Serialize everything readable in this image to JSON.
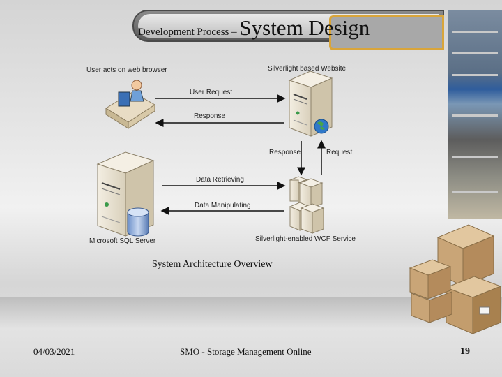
{
  "slide": {
    "title_prefix": "Development Process – ",
    "title_main": "System Design",
    "caption": "System Architecture Overview",
    "footer_date": "04/03/2021",
    "footer_center": "SMO - Storage Management Online",
    "page_number": "19"
  },
  "diagram": {
    "user_label": "User acts on web browser",
    "website_label": "Silverlight based Website",
    "request_label": "User Request",
    "response_label": "Response",
    "svc_response_label": "Response",
    "svc_request_label": "Request",
    "retrieving_label": "Data Retrieving",
    "manipulating_label": "Data Manipulating",
    "sql_label": "Microsoft SQL Server",
    "wcf_label": "Silverlight-enabled WCF Service"
  },
  "colors": {
    "accent_gold": "#d9a53a",
    "server_beige": "#e9e1cf"
  }
}
